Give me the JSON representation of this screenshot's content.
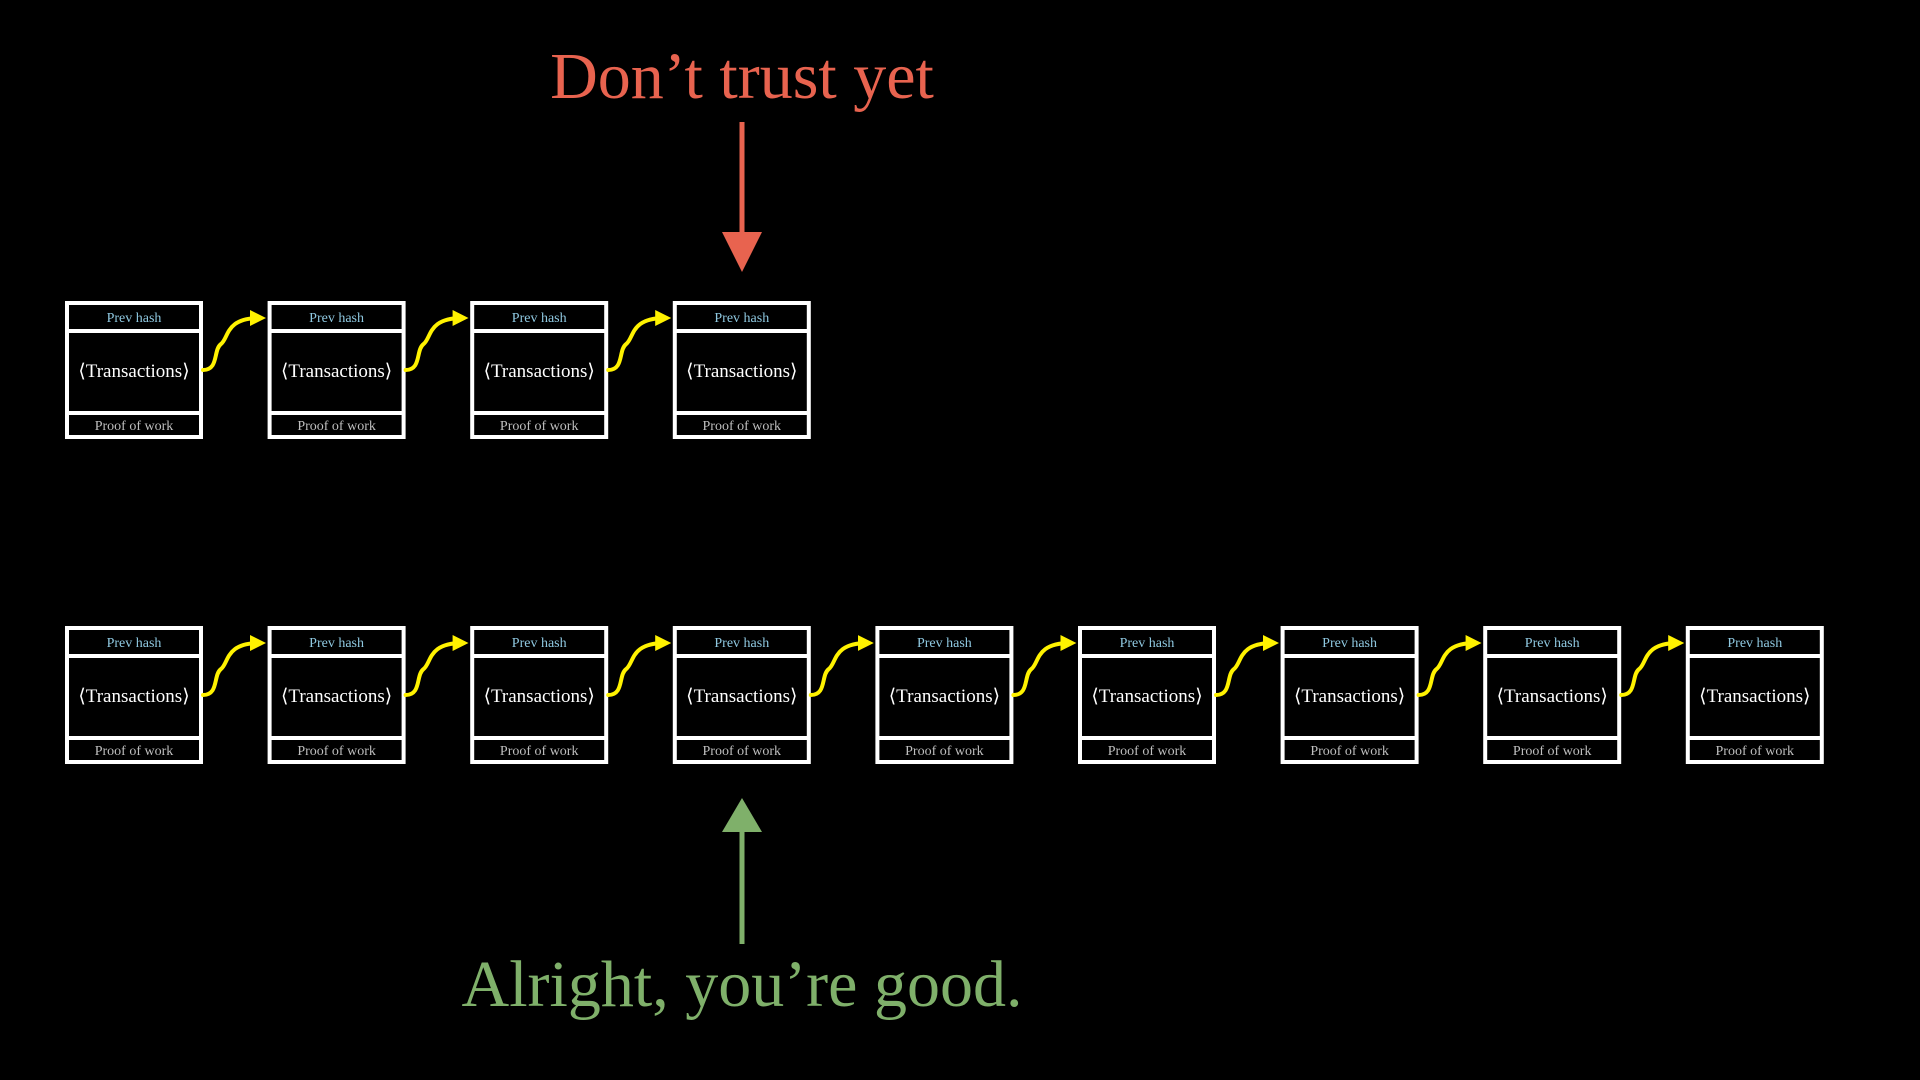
{
  "captions": {
    "top": "Don’t trust yet",
    "bottom": "Alright, you’re good."
  },
  "block": {
    "prev_hash_label": "Prev hash",
    "transactions_label": "⟨Transactions⟩",
    "proof_label": "Proof of work"
  },
  "chains": [
    {
      "id": "short-chain",
      "block_count": 4
    },
    {
      "id": "long-chain",
      "block_count": 9
    }
  ],
  "colors": {
    "background": "#000000",
    "warning": "#e8634f",
    "ok": "#7fb06a",
    "link": "#fff200",
    "prev_hash_text": "#8fc8e0",
    "block_border": "#ffffff"
  }
}
